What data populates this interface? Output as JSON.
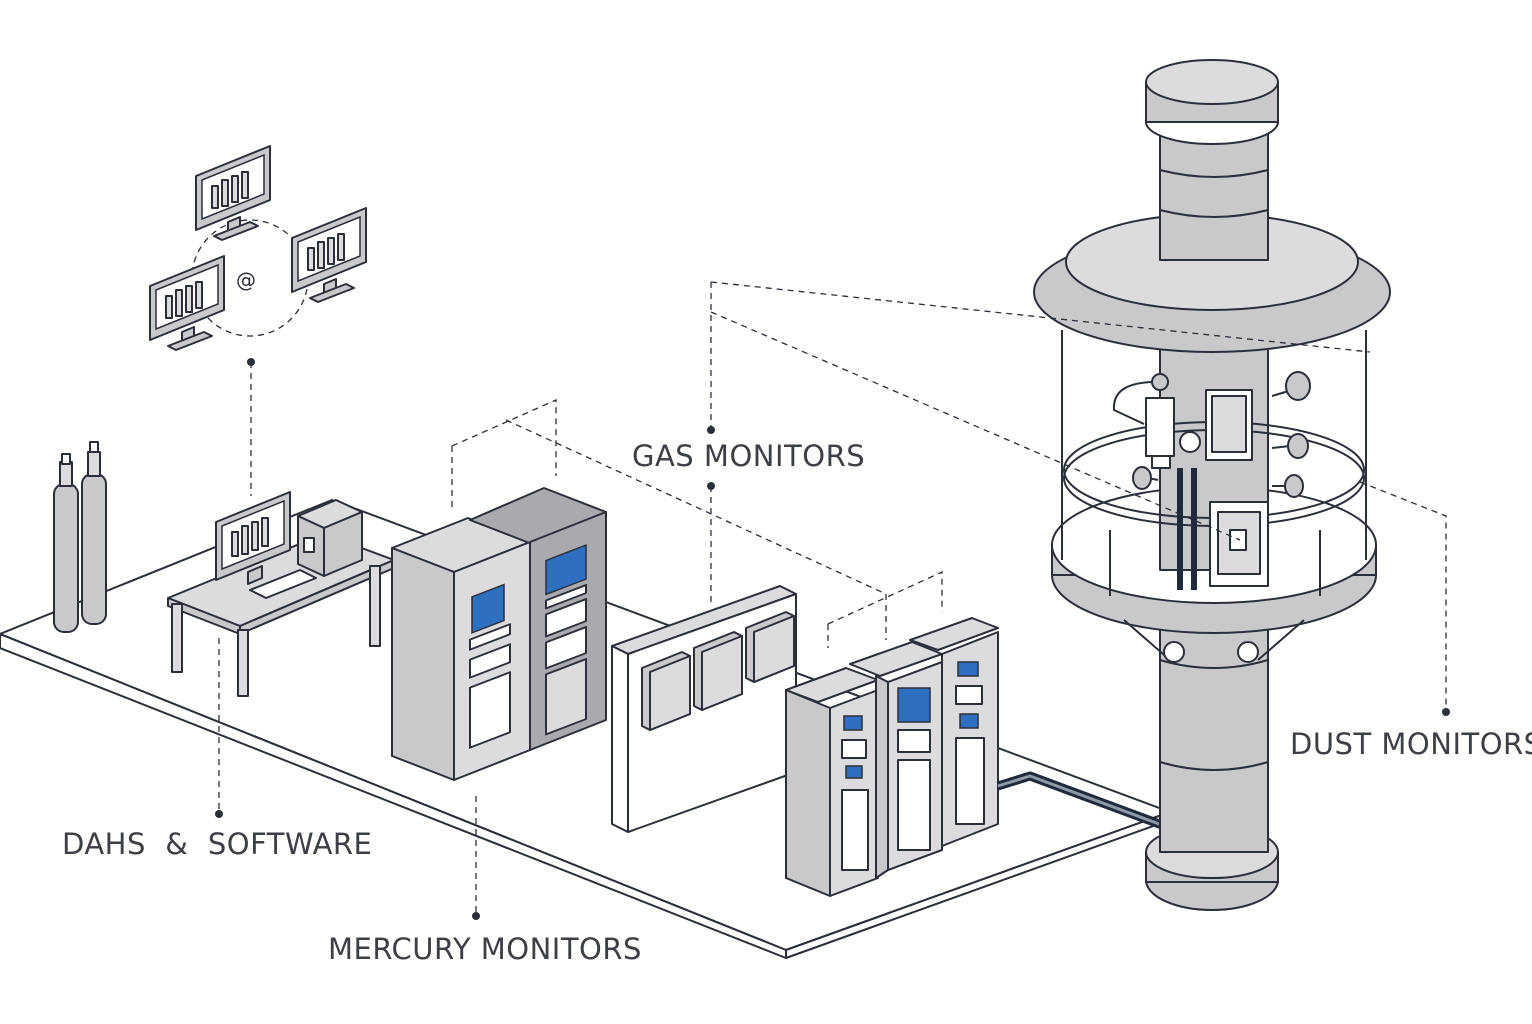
{
  "labels": {
    "gas_monitors": "GAS MONITORS",
    "dust_monitors": "DUST MONITORS",
    "dahs_software": "DAHS  &  SOFTWARE",
    "mercury_monitors": "MERCURY MONITORS"
  },
  "network_symbol": "@",
  "colors": {
    "outline": "#2b2f3a",
    "equipment_gray": "#c9c9cc",
    "screen_blue": "#2f6fbf",
    "cable": "#1f2a3a",
    "label_text": "#3d3f46"
  },
  "icons": [
    "computer-monitor-icon",
    "gas-cylinder-icon",
    "analyzer-cabinet-icon",
    "smokestack-icon",
    "probe-icon"
  ]
}
